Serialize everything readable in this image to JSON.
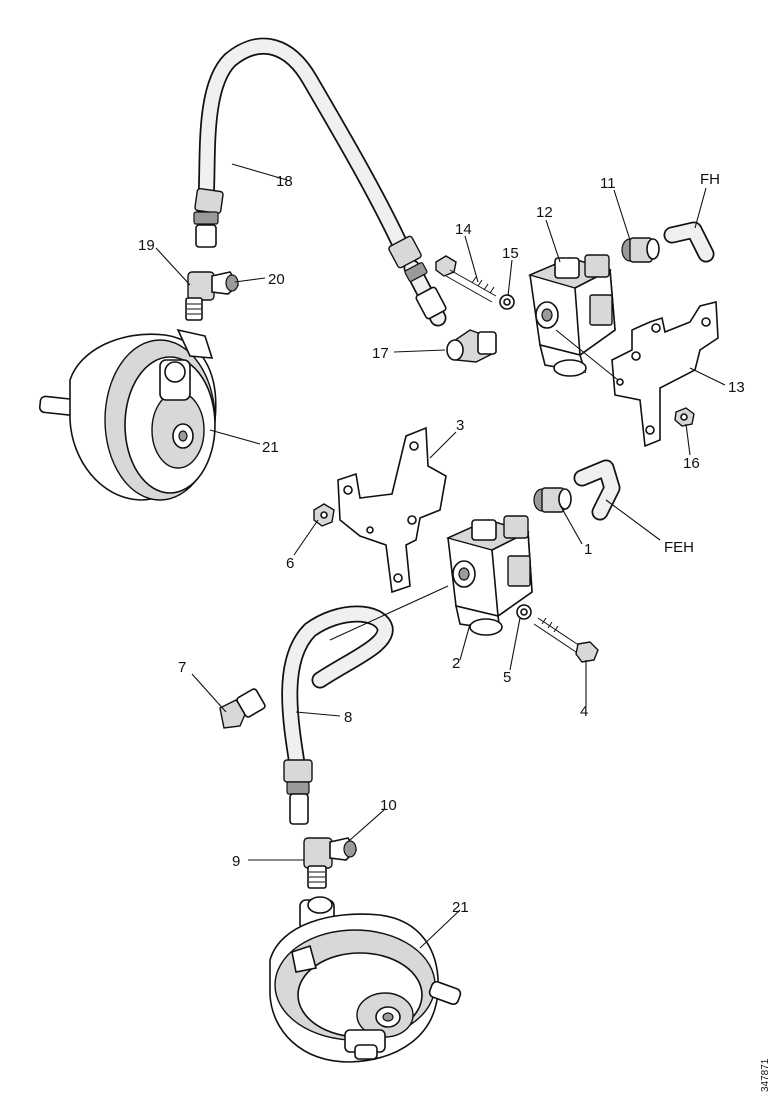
{
  "labels": {
    "l1": "1",
    "l2": "2",
    "l3": "3",
    "l4": "4",
    "l5": "5",
    "l6": "6",
    "l7": "7",
    "l8": "8",
    "l9": "9",
    "l10": "10",
    "l11": "11",
    "l12": "12",
    "l13": "13",
    "l14": "14",
    "l15": "15",
    "l16": "16",
    "l17": "17",
    "l18": "18",
    "l19": "19",
    "l20": "20",
    "l21a": "21",
    "l21b": "21",
    "fh": "FH",
    "feh": "FEH"
  },
  "figure_id": "347871"
}
